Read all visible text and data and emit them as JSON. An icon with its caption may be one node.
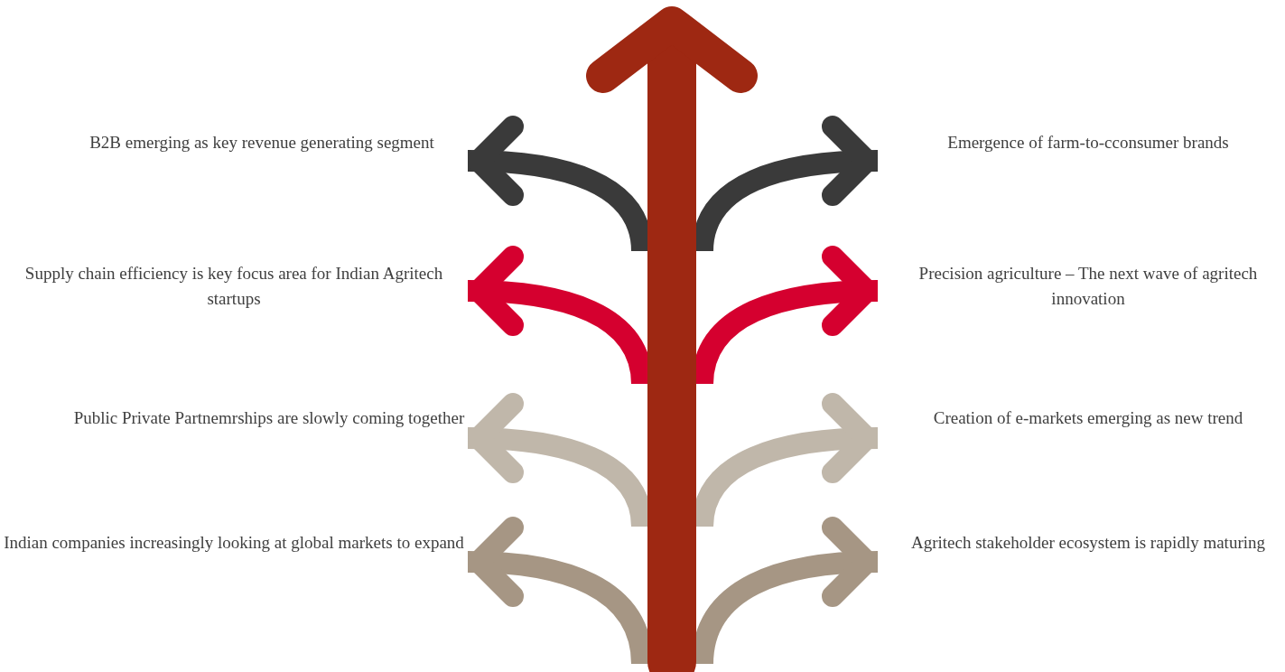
{
  "diagram": {
    "nodes": [
      {
        "text": [
          "B2B emerging as key revenue generating segment"
        ]
      },
      {
        "text": [
          "Emergence of farm-to-cconsumer brands"
        ]
      },
      {
        "text": [
          "Supply chain efficiency is key focus area for Indian Agritech startups"
        ]
      },
      {
        "text": [
          "Precision agriculture – The next wave of agritech innovation"
        ]
      },
      {
        "text": [
          "Public Private Partnemrships are slowly coming together"
        ]
      },
      {
        "text": [
          "Creation of e-markets emerging as new trend"
        ]
      },
      {
        "text": [
          "Indian companies increasingly looking at global markets to expand"
        ]
      },
      {
        "text": [
          "Agritech stakeholder ecosystem is rapidly maturing"
        ]
      }
    ],
    "edges": [
      {
        "from": null,
        "to": 0,
        "arrow": "to",
        "color": "#3a3a3a"
      },
      {
        "from": null,
        "to": 1,
        "arrow": "to",
        "color": "#3a3a3a"
      },
      {
        "from": null,
        "to": 2,
        "arrow": "to",
        "color": "#d5002f"
      },
      {
        "from": null,
        "to": 3,
        "arrow": "to",
        "color": "#d5002f"
      },
      {
        "from": null,
        "to": 4,
        "arrow": "to",
        "color": "#c0b7aa"
      },
      {
        "from": null,
        "to": 5,
        "arrow": "to",
        "color": "#c0b7aa"
      },
      {
        "from": null,
        "to": 6,
        "arrow": "to",
        "color": "#a69684"
      },
      {
        "from": null,
        "to": 7,
        "arrow": "to",
        "color": "#a69684"
      }
    ]
  }
}
